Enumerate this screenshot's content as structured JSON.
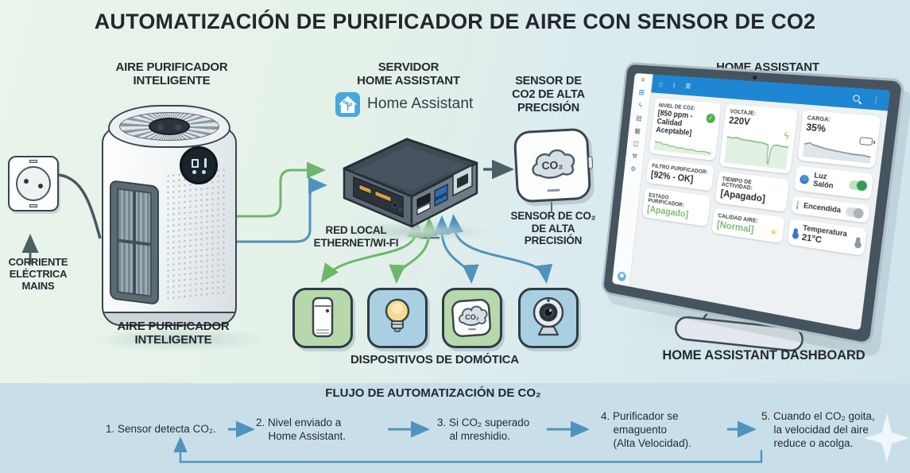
{
  "title": "AUTOMATIZACIÓN DE PURIFICADOR DE AIRE CON SENSOR DE CO2",
  "outlet": {
    "label": "CORRIENTE\nELÉCTRICA\nMAINS"
  },
  "purifier": {
    "label_top": "AIRE PURIFICADOR\nINTELIGENTE",
    "label_bottom": "AIRE PURIFICADOR\nINTELIGENTE"
  },
  "server": {
    "label": "SERVIDOR\nHOME ASSISTANT",
    "brand": "Home Assistant",
    "network_label": "RED LOCAL\nETHERNET/WI-FI"
  },
  "sensor": {
    "label_top": "SENSOR DE\nCO2 DE ALTA\nPRECISIÓN",
    "label_bottom": "SENSOR DE CO₂\nDE ALTA\nPRECISIÓN",
    "chip": "CO₂"
  },
  "devices": {
    "label": "DISPOSITIVOS DE DOMÓTICA"
  },
  "dashboard": {
    "label_top": "HOME ASSISTANT\nDASHBOARD",
    "label_bottom": "HOME ASSISTANT DASHBOARD",
    "sidebar_icons": [
      "≡",
      "⊞",
      "ϟ",
      "▤",
      "▦",
      "◫",
      "⚒",
      "⚙"
    ],
    "topbar": {
      "home": "⌂",
      "info": "i",
      "history": "≣",
      "dots": "⋮"
    },
    "cards": {
      "co2": {
        "title": "NIVEL DE CO2:",
        "value": "[850 ppm - Calidad Aceptable]"
      },
      "filtro": {
        "title": "FILTRO PURIFICADOR:",
        "value": "[92% - OK]"
      },
      "estado": {
        "title": "ESTADO PURIFICADOR:",
        "value": "[Apagado]"
      },
      "voltaje": {
        "title": "VOLTAJE:",
        "value": "220V"
      },
      "tiempo": {
        "title": "TIEMPO DE ACTIVIDAD:",
        "value": "[Apagado]"
      },
      "calidad": {
        "title": "CALIDAD AIRE:",
        "value": "[Normal]"
      },
      "carga": {
        "title": "CARGA:",
        "value": "35%"
      }
    },
    "rows": [
      {
        "label": "Luz Salón"
      },
      {
        "label": "Encendida"
      },
      {
        "label": "Temperatura",
        "value": "21°C"
      }
    ],
    "badges": {
      "check": "✓",
      "sun": "☀"
    }
  },
  "flow": {
    "title": "FLUJO DE AUTOMATIZACIÓN DE CO₂",
    "steps": [
      "1. Sensor detecta CO₂.",
      "2. Nivel enviado a\nHome Assistant.",
      "3. Si CO₂ superado\nal mreshidio.",
      "4. Purificador se\nemaguento\n(Alta Velocidad).",
      "5. Cuando el CO₂ goita,\nla velocidad del aire\nreduce o acolga."
    ]
  }
}
